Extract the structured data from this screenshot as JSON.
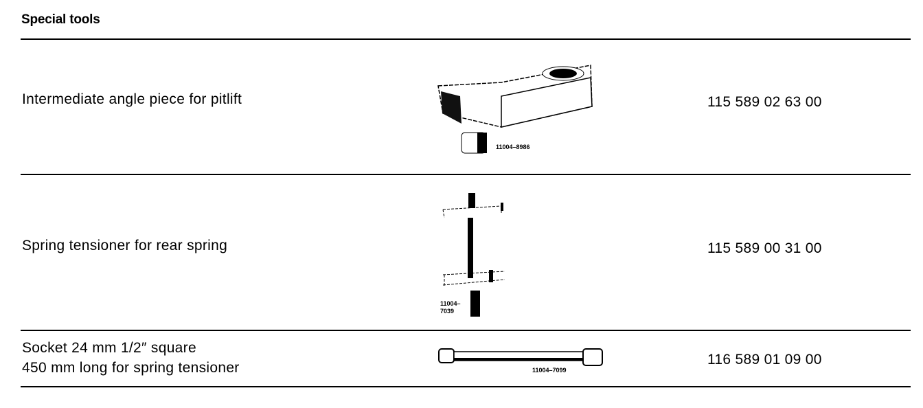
{
  "section_title": "Special tools",
  "rows": [
    {
      "description": [
        "Intermediate angle piece for pitlift"
      ],
      "part_number": "115 589 02 63 00",
      "figure_label": "11004–8986"
    },
    {
      "description": [
        "Spring tensioner for rear spring"
      ],
      "part_number": "115 589 00 31 00",
      "figure_label": [
        "11004–",
        "7039"
      ]
    },
    {
      "description": [
        "Socket 24 mm 1/2″ square",
        "450 mm long for spring tensioner"
      ],
      "part_number": "116 589 01 09 00",
      "figure_label": "11004–7099"
    }
  ]
}
